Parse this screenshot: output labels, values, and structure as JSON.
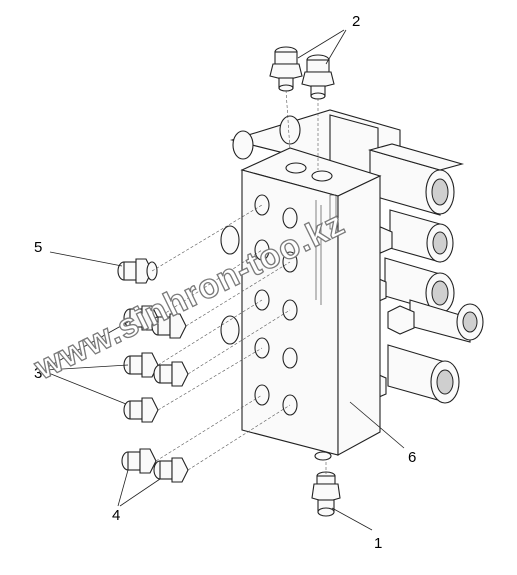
{
  "diagram": {
    "callouts": [
      {
        "id": "c1",
        "label": "1"
      },
      {
        "id": "c2",
        "label": "2"
      },
      {
        "id": "c3",
        "label": "3"
      },
      {
        "id": "c4",
        "label": "4"
      },
      {
        "id": "c5",
        "label": "5"
      },
      {
        "id": "c6",
        "label": "6"
      }
    ],
    "watermark": "www.sinhron-too.kz",
    "colors": {
      "line": "#222222",
      "fill": "#fafafa",
      "shade": "#cfcfcf",
      "watermark_stroke": "#7a7a7a"
    }
  }
}
